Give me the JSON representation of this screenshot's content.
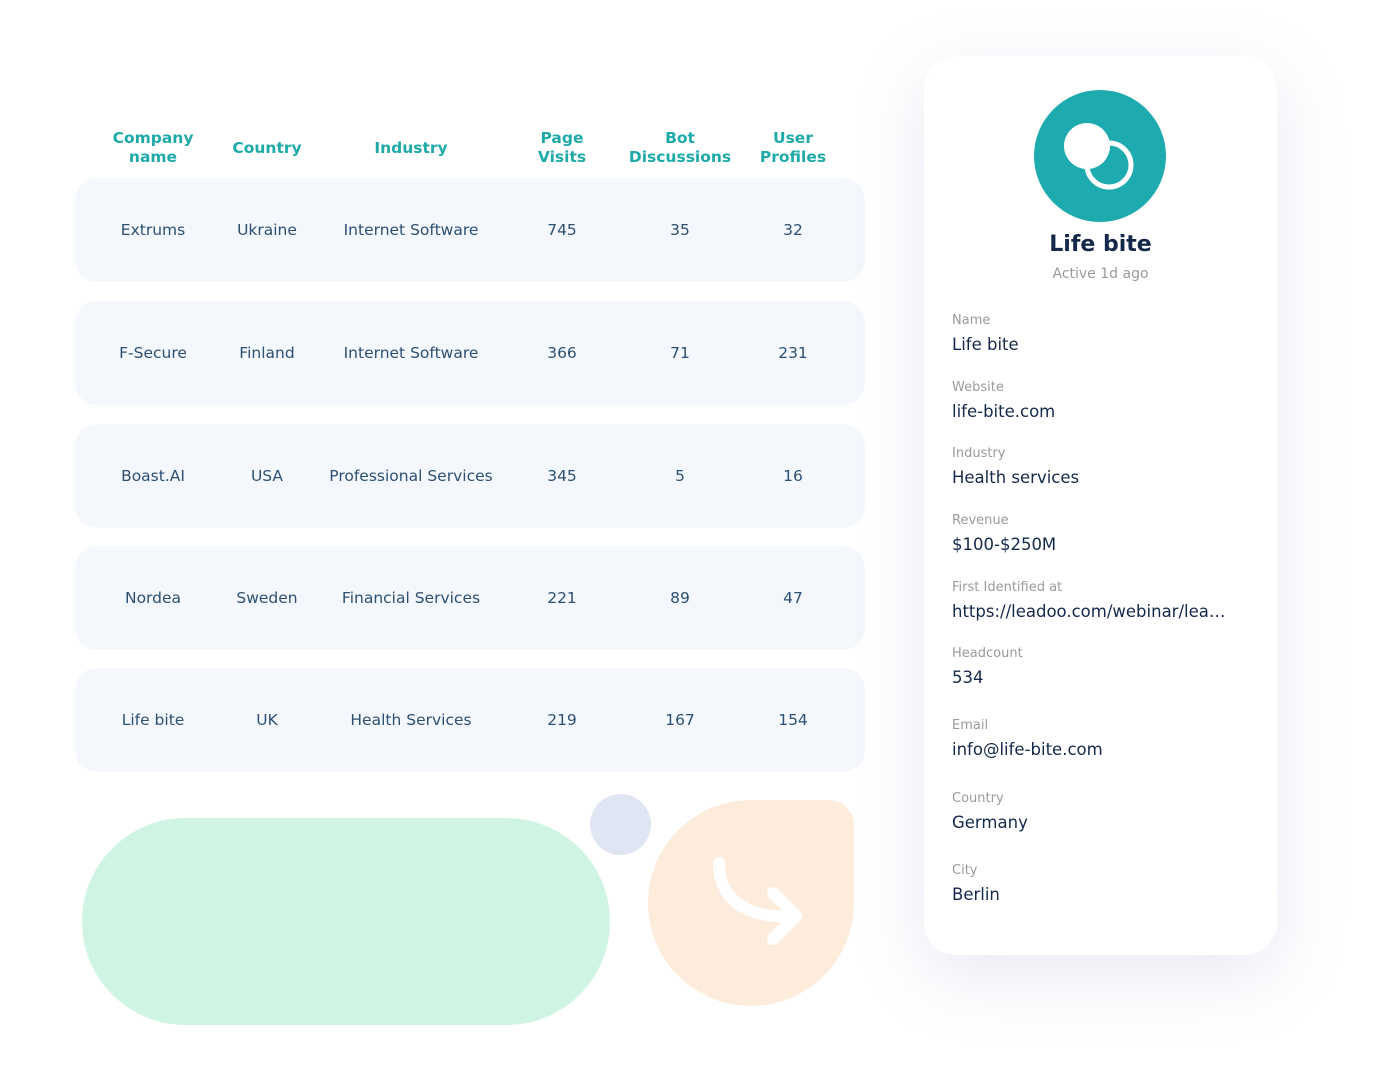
{
  "table": {
    "columns": [
      "Company\nname",
      "Country",
      "Industry",
      "Page\nVisits",
      "Bot\nDiscussions",
      "User\nProfiles"
    ],
    "rows": [
      {
        "company": "Extrums",
        "country": "Ukraine",
        "industry": "Internet Software",
        "page_visits": "745",
        "bot_discussions": "35",
        "user_profiles": "32"
      },
      {
        "company": "F-Secure",
        "country": "Finland",
        "industry": "Internet Software",
        "page_visits": "366",
        "bot_discussions": "71",
        "user_profiles": "231"
      },
      {
        "company": "Boast.AI",
        "country": "USA",
        "industry": "Professional Services",
        "page_visits": "345",
        "bot_discussions": "5",
        "user_profiles": "16"
      },
      {
        "company": "Nordea",
        "country": "Sweden",
        "industry": "Financial Services",
        "page_visits": "221",
        "bot_discussions": "89",
        "user_profiles": "47"
      },
      {
        "company": "Life bite",
        "country": "UK",
        "industry": "Health Services",
        "page_visits": "219",
        "bot_discussions": "167",
        "user_profiles": "154"
      }
    ]
  },
  "profile_card": {
    "avatar_icon": "overlapping-circles-logo",
    "title": "Life bite",
    "status": "Active 1d ago",
    "fields": [
      {
        "label": "Name",
        "value": "Life bite"
      },
      {
        "label": "Website",
        "value": "life-bite.com"
      },
      {
        "label": "Industry",
        "value": "Health services"
      },
      {
        "label": "Revenue",
        "value": "$100-$250M"
      },
      {
        "label": "First Identified at",
        "value": "https://leadoo.com/webinar/lead..."
      },
      {
        "label": "Headcount",
        "value": "534"
      },
      {
        "label": "Email",
        "value": "info@life-bite.com"
      },
      {
        "label": "Country",
        "value": "Germany"
      },
      {
        "label": "City",
        "value": "Berlin"
      }
    ]
  },
  "decorations": {
    "arrow_icon": "curved-arrow-right",
    "colors": {
      "accent": "#1eaaa9",
      "green_pill": "#cff4e3",
      "blue_dot": "#dfe5f3",
      "peach_shape": "#fdecdb"
    }
  }
}
